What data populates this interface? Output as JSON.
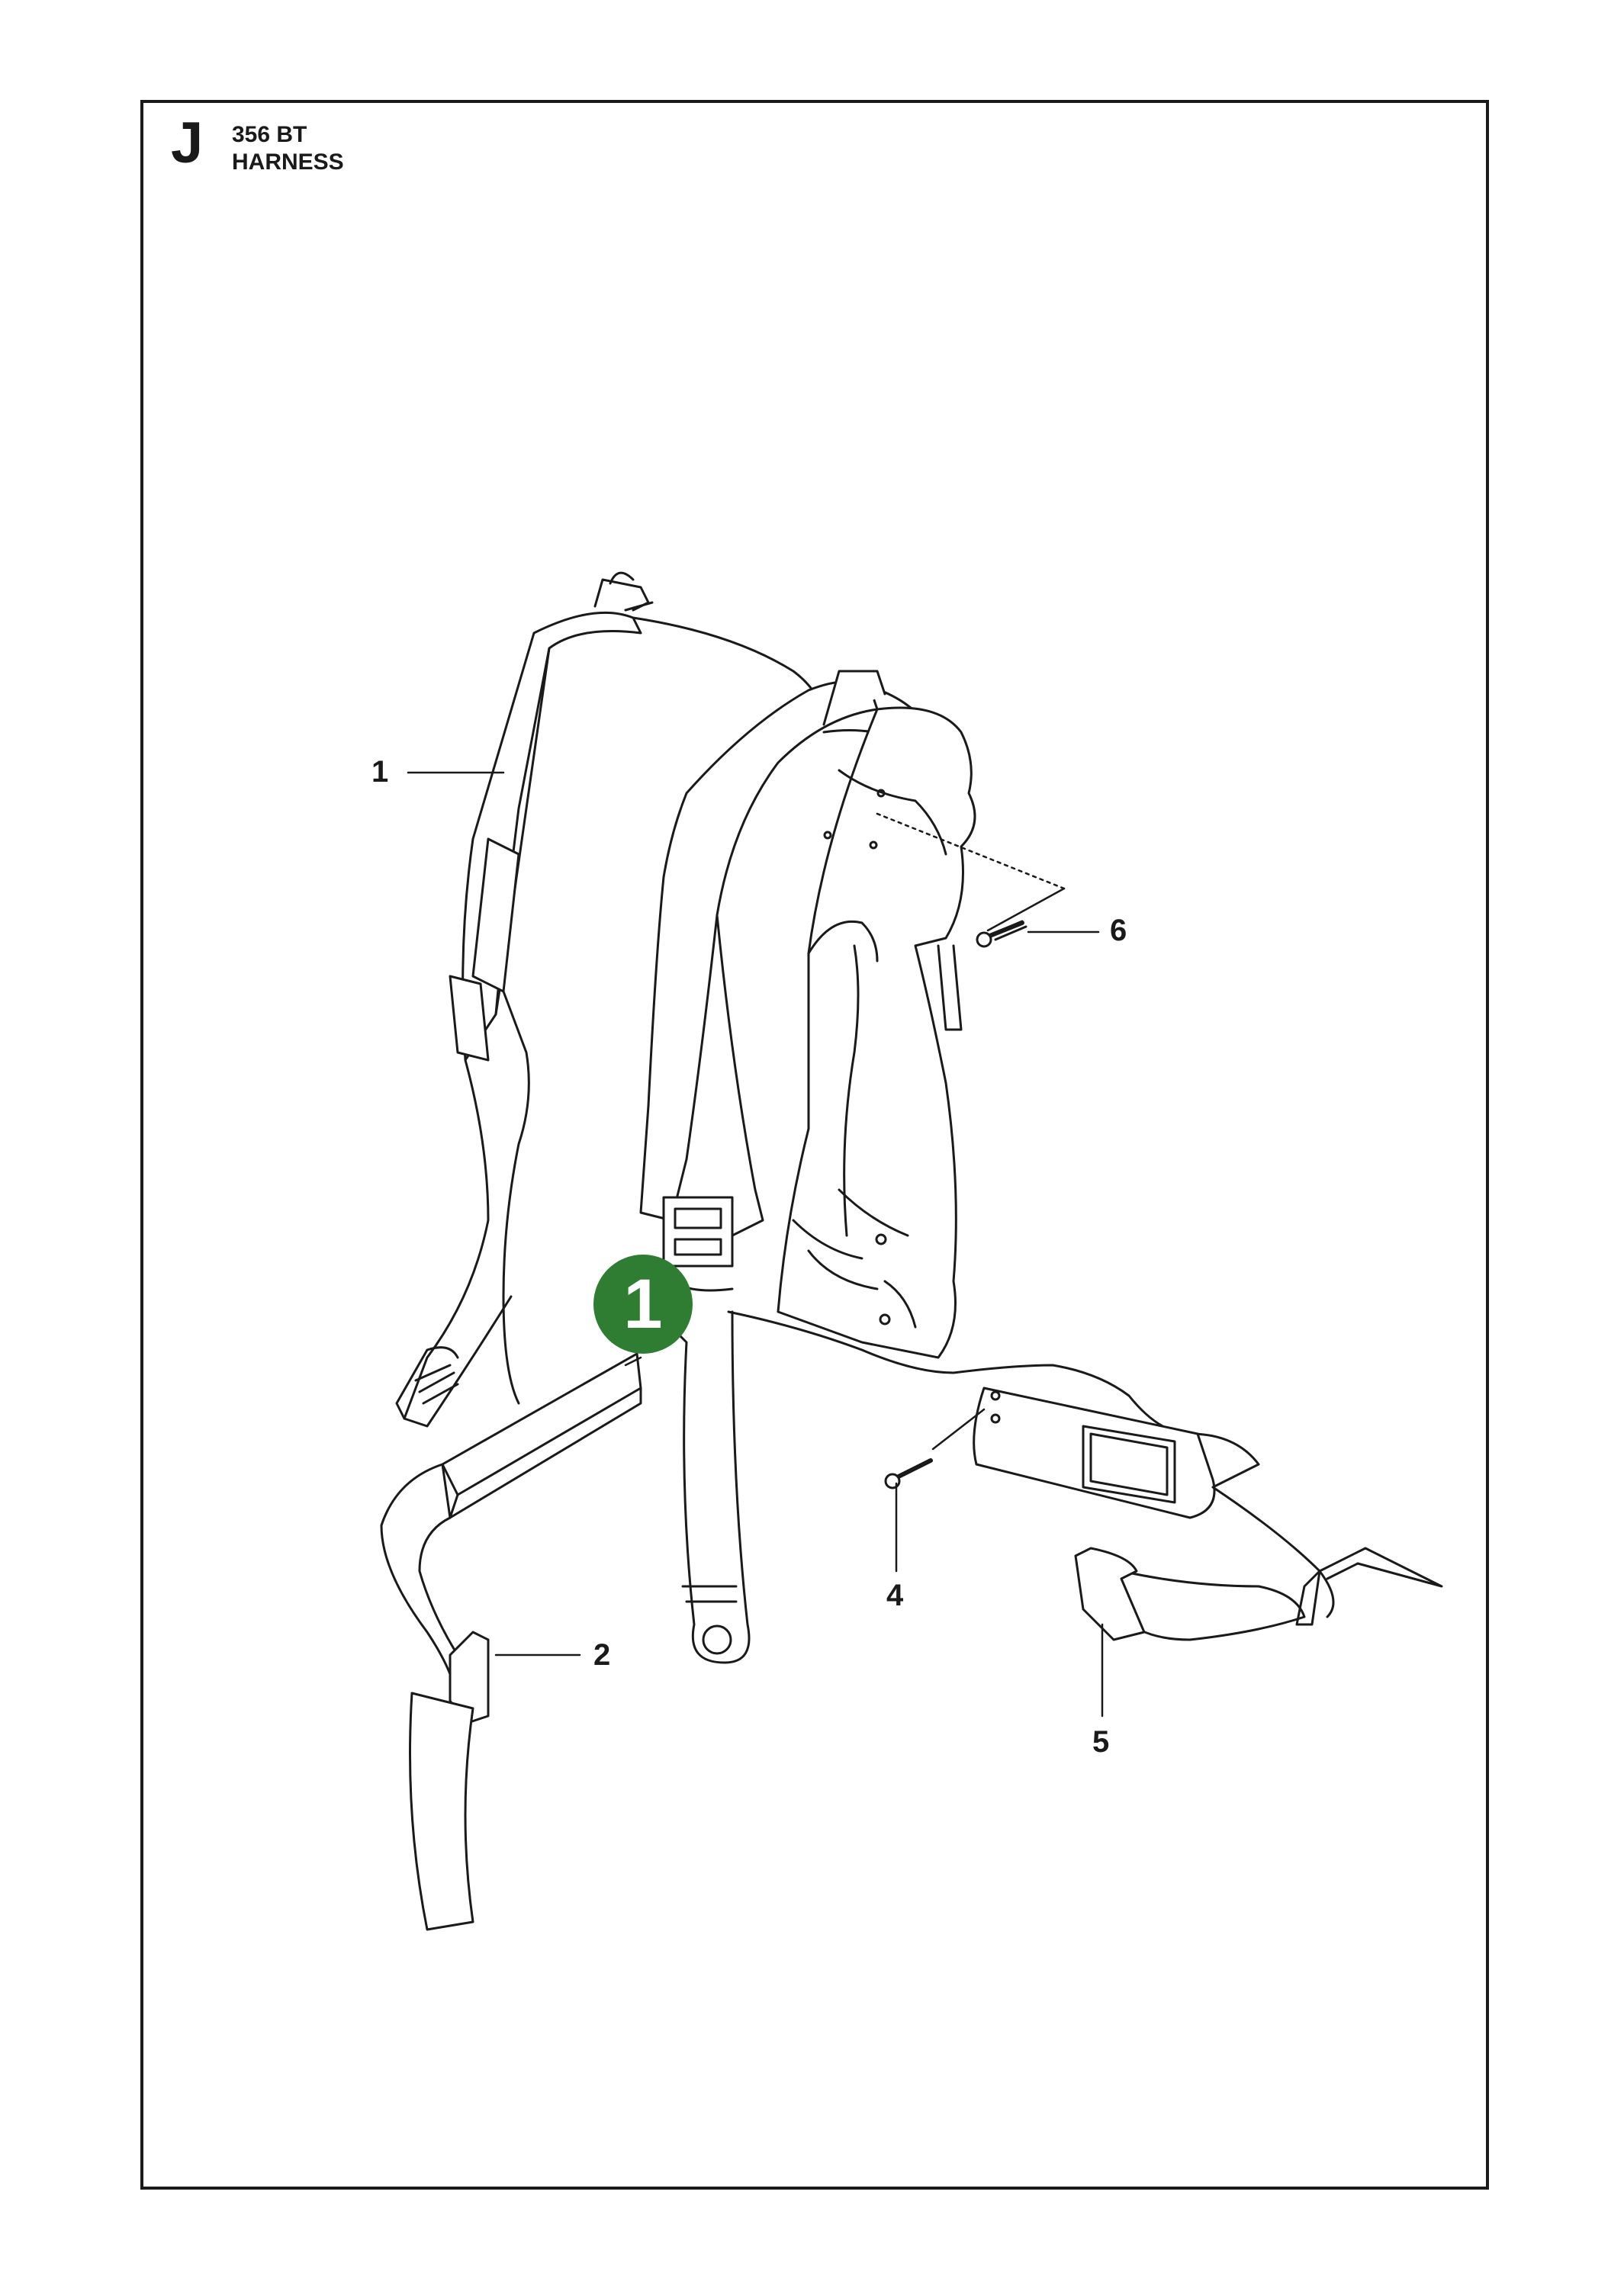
{
  "header": {
    "section_letter": "J",
    "model": "356 BT",
    "assembly_name": "HARNESS"
  },
  "callouts": [
    {
      "id": "1",
      "label": "1"
    },
    {
      "id": "2",
      "label": "2"
    },
    {
      "id": "4",
      "label": "4"
    },
    {
      "id": "5",
      "label": "5"
    },
    {
      "id": "6",
      "label": "6"
    }
  ],
  "highlight_badge": {
    "label": "1",
    "color": "#2e7d32"
  }
}
